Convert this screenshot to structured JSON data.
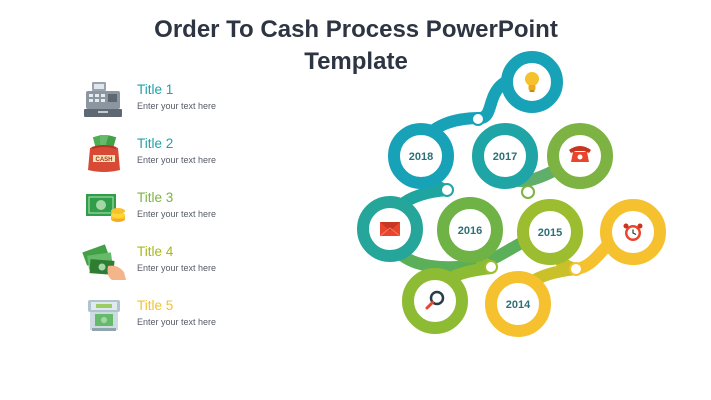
{
  "title": "Order To Cash Process PowerPoint Template",
  "legend": {
    "items": [
      {
        "title": "Title 1",
        "text": "Enter your text here",
        "color": "#1ba3ad",
        "icon": "cash-register-icon"
      },
      {
        "title": "Title 2",
        "text": "Enter your text here",
        "color": "#22a2a8",
        "icon": "cash-bag-icon"
      },
      {
        "title": "Title 3",
        "text": "Enter your text here",
        "color": "#7cb342",
        "icon": "money-coins-icon"
      },
      {
        "title": "Title 4",
        "text": "Enter your text here",
        "color": "#a8b81e",
        "icon": "hand-money-icon"
      },
      {
        "title": "Title 5",
        "text": "Enter your text here",
        "color": "#f2c230",
        "icon": "atm-cash-icon"
      }
    ]
  },
  "diagram": {
    "years": [
      "2018",
      "2017",
      "2016",
      "2015",
      "2014"
    ],
    "colors": {
      "teal": "#17a2b8",
      "teal_mid": "#26a69a",
      "green": "#7cb342",
      "lime": "#9cbd2f",
      "yellow": "#f5c12e",
      "year_text": "#2d6f77",
      "icon_red": "#e8452c"
    },
    "icons": [
      "lightbulb-icon",
      "phone-icon",
      "envelope-icon",
      "alarm-clock-icon",
      "magnifier-icon"
    ]
  }
}
